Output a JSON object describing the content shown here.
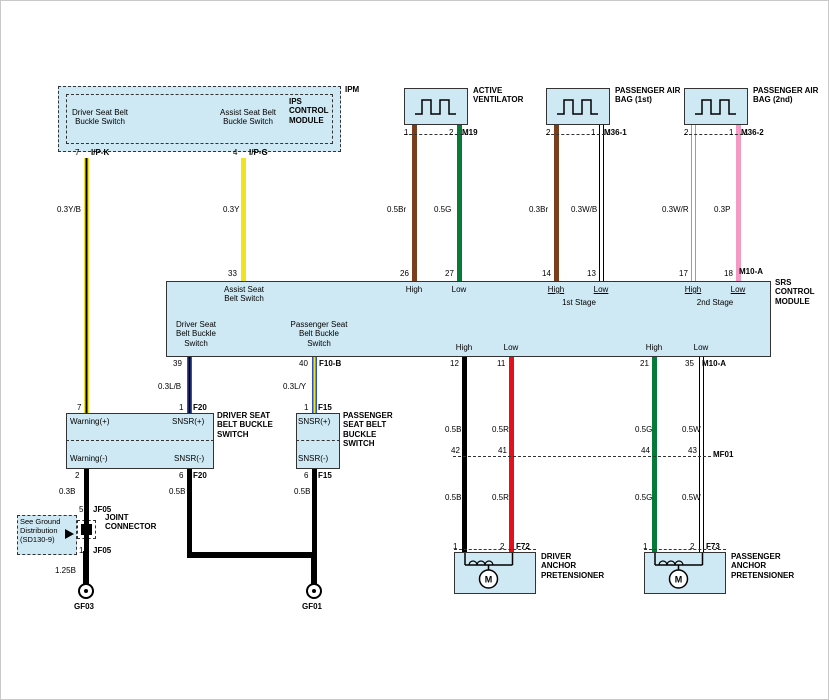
{
  "colors": {
    "box_fill": "#cfe9f4",
    "wire_yellow": "#f2e41c",
    "wire_brown": "#7a3e1d",
    "wire_green": "#067a36",
    "wire_pink": "#f59ac4",
    "wire_red": "#e60f1a",
    "wire_blue": "#2b50c8",
    "wire_black": "#000000",
    "wire_white": "#ffffff"
  },
  "ipm": {
    "tag": "IPM",
    "module": "IPS CONTROL MODULE",
    "driver_switch": "Driver Seat Belt Buckle Switch",
    "assist_switch": "Assist Seat Belt Buckle Switch",
    "pin_driver": "7",
    "conn_driver": "I/P-K",
    "pin_assist": "4",
    "conn_assist": "I/P-G",
    "wire_driver": "0.3Y/B",
    "wire_assist": "0.3Y"
  },
  "ventilator": {
    "name": "ACTIVE VENTILATOR",
    "pin_high": "1",
    "pin_low": "2",
    "conn": "M19",
    "wire_high": "0.5Br",
    "wire_low": "0.5G"
  },
  "airbag1": {
    "name": "PASSENGER AIR BAG (1st)",
    "pin_high": "2",
    "pin_low": "1",
    "conn": "M36-1",
    "wire_high": "0.3Br",
    "wire_low": "0.3W/B"
  },
  "airbag2": {
    "name": "PASSENGER AIR BAG (2nd)",
    "pin_high": "2",
    "pin_low": "1",
    "conn": "M36-2",
    "wire_high": "0.3W/R",
    "wire_low": "0.3P"
  },
  "srs": {
    "name": "SRS CONTROL MODULE",
    "m10a": "M10-A",
    "high": "High",
    "low": "Low",
    "pin33": "33",
    "pin26": "26",
    "pin27": "27",
    "pin14": "14",
    "pin13": "13",
    "pin17": "17",
    "pin18": "18",
    "assist_label": "Assist Seat Belt Switch",
    "stage1": "1st Stage",
    "stage2": "2nd Stage",
    "driver_label": "Driver Seat Belt Buckle Switch",
    "passenger_label": "Passenger Seat Belt Buckle Switch",
    "pin39": "39",
    "pin40": "40",
    "f10b": "F10-B",
    "pin12": "12",
    "pin11": "11",
    "pin21": "21",
    "pin35": "35"
  },
  "driver_buckle": {
    "name": "DRIVER SEAT BELT BUCKLE SWITCH",
    "wire_snsr_top": "0.3L/B",
    "pin_snsr_top": "1",
    "conn": "F20",
    "pin_warn_top": "7",
    "warn_plus": "Warning(+)",
    "snsr_plus": "SNSR(+)",
    "warn_minus": "Warning(-)",
    "snsr_minus": "SNSR(-)",
    "pin_warn_bot": "2",
    "pin_snsr_bot": "6",
    "wire_warn": "0.3B",
    "wire_snsr": "0.5B"
  },
  "passenger_buckle": {
    "name": "PASSENGER SEAT BELT BUCKLE SWITCH",
    "wire_snsr_top": "0.3L/Y",
    "pin_snsr_top": "1",
    "conn": "F15",
    "snsr_plus": "SNSR(+)",
    "snsr_minus": "SNSR(-)",
    "pin_snsr_bot": "6",
    "wire_snsr": "0.5B"
  },
  "joint": {
    "name": "JOINT CONNECTOR",
    "conn": "JF05",
    "pin_top": "5",
    "pin_bot": "1",
    "wire_bot": "1.25B",
    "note": "See Ground Distribution (SD130-9)",
    "ground": "GF03"
  },
  "ground_passenger": "GF01",
  "mf01": {
    "conn": "MF01",
    "pin42": "42",
    "pin41": "41",
    "pin44": "44",
    "pin43": "43"
  },
  "driver_pret": {
    "name": "DRIVER ANCHOR PRETENSIONER",
    "wire_high": "0.5B",
    "wire_low": "0.5R",
    "pin_high": "1",
    "pin_low": "2",
    "conn": "F72",
    "motor": "M"
  },
  "passenger_pret": {
    "name": "PASSENGER ANCHOR PRETENSIONER",
    "wire_high": "0.5G",
    "wire_low": "0.5W",
    "pin_high": "1",
    "pin_low": "2",
    "conn": "F73",
    "motor": "M"
  }
}
